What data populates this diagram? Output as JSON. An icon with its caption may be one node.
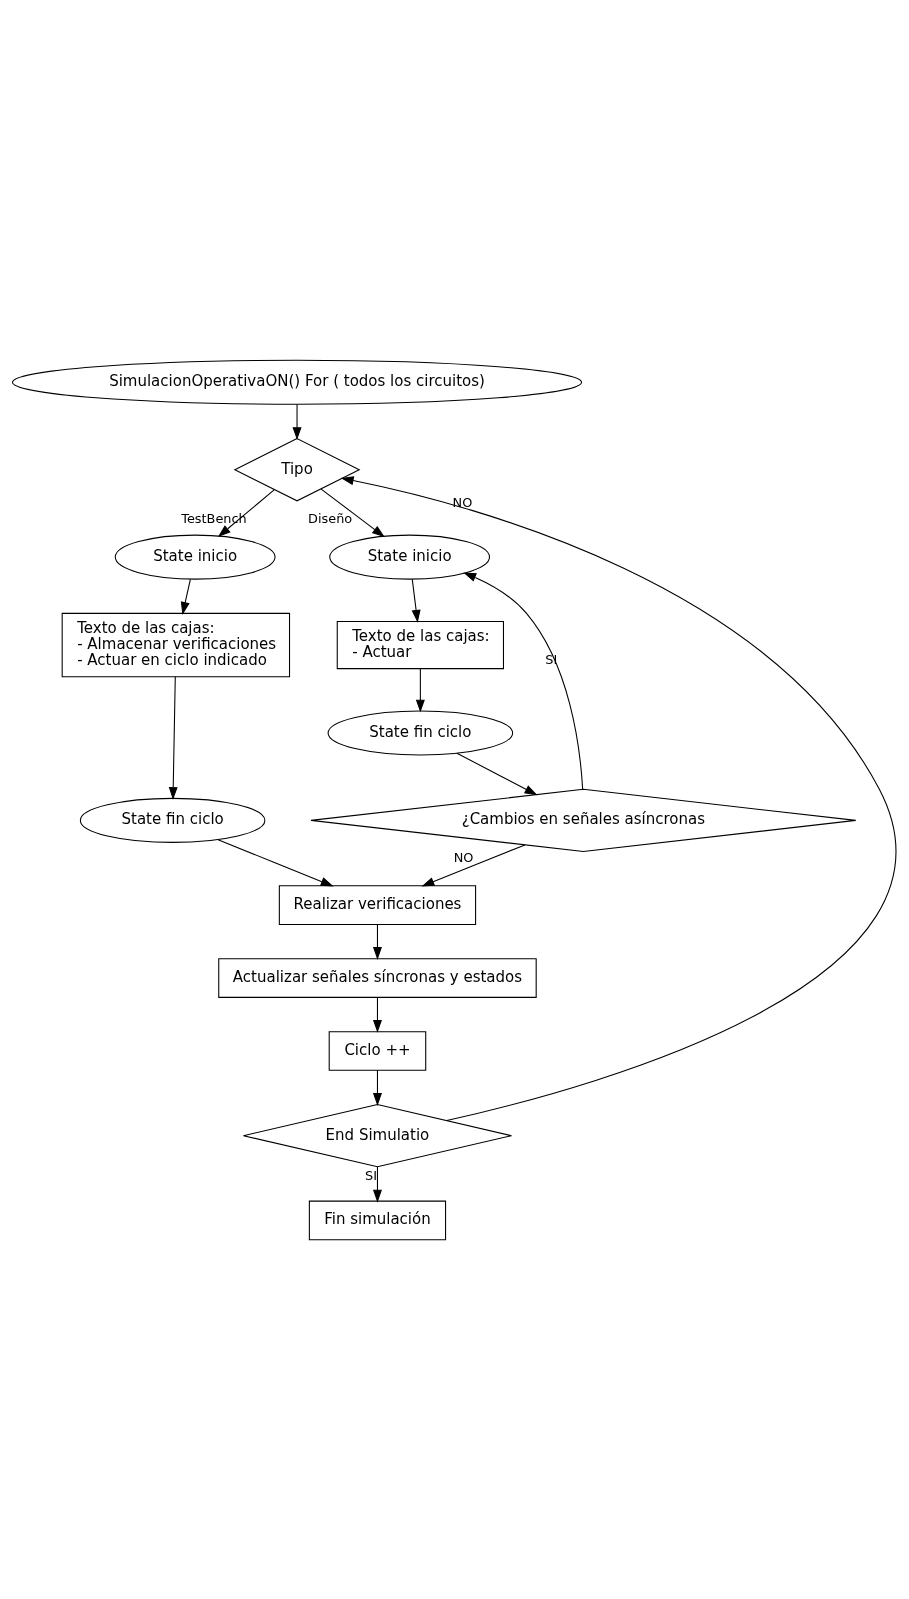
{
  "diagram": {
    "nodes": [
      {
        "text": [
          "SimulacionOperativaON() For ( todos los circuitos)"
        ]
      },
      {
        "text": [
          "Tipo"
        ]
      },
      {
        "text": [
          "State inicio"
        ]
      },
      {
        "text": [
          "Texto de las cajas:",
          "- Almacenar verificaciones",
          "- Actuar en ciclo indicado"
        ]
      },
      {
        "text": [
          "State fin ciclo"
        ]
      },
      {
        "text": [
          "State inicio"
        ]
      },
      {
        "text": [
          "Texto de las cajas:",
          "- Actuar"
        ]
      },
      {
        "text": [
          "State fin ciclo"
        ]
      },
      {
        "text": [
          "¿Cambios en señales asíncronas"
        ]
      },
      {
        "text": [
          "Realizar verificaciones"
        ]
      },
      {
        "text": [
          "Actualizar señales síncronas y estados"
        ]
      },
      {
        "text": [
          "Ciclo ++"
        ]
      },
      {
        "text": [
          "End Simulatio"
        ]
      },
      {
        "text": [
          "Fin simulación"
        ]
      }
    ],
    "edges": [
      {
        "from": 0,
        "to": 1,
        "arrow": "to"
      },
      {
        "from": 1,
        "to": 2,
        "arrow": "to",
        "label": "TestBench"
      },
      {
        "from": 1,
        "to": 5,
        "arrow": "to",
        "label": "Diseño"
      },
      {
        "from": 2,
        "to": 3,
        "arrow": "to"
      },
      {
        "from": 3,
        "to": 4,
        "arrow": "to"
      },
      {
        "from": 5,
        "to": 6,
        "arrow": "to"
      },
      {
        "from": 6,
        "to": 7,
        "arrow": "to"
      },
      {
        "from": 7,
        "to": 8,
        "arrow": "to"
      },
      {
        "from": 8,
        "to": 5,
        "arrow": "to",
        "label": "SI"
      },
      {
        "from": 4,
        "to": 9,
        "arrow": "to"
      },
      {
        "from": 8,
        "to": 9,
        "arrow": "to",
        "label": "NO"
      },
      {
        "from": 9,
        "to": 10,
        "arrow": "to"
      },
      {
        "from": 10,
        "to": 11,
        "arrow": "to"
      },
      {
        "from": 11,
        "to": 12,
        "arrow": "to"
      },
      {
        "from": 12,
        "to": 1,
        "arrow": "to",
        "label": "NO"
      },
      {
        "from": 12,
        "to": 13,
        "arrow": "to",
        "label": "SI"
      }
    ]
  }
}
